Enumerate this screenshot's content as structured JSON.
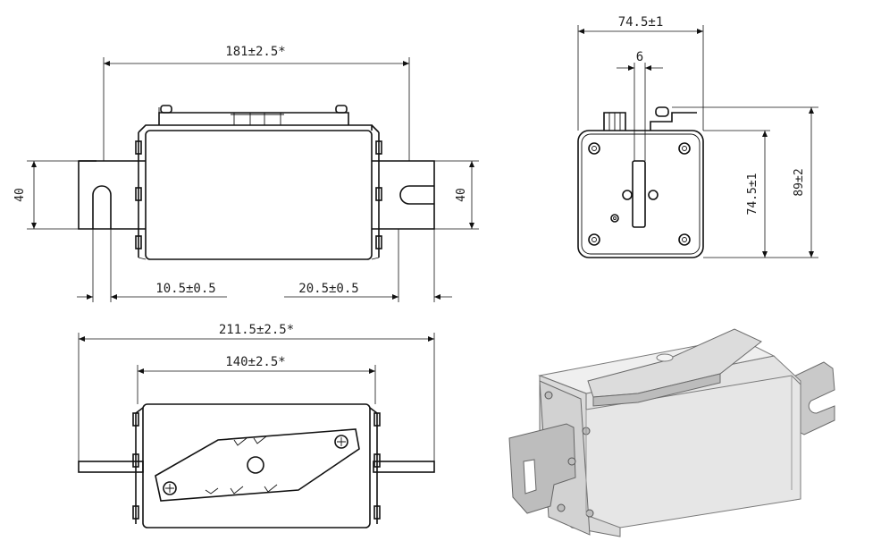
{
  "dimensions": {
    "side_length": "181±2.5*",
    "side_height_left": "40",
    "side_height_right": "40",
    "side_slot_left": "10.5±0.5",
    "side_slot_right": "20.5±0.5",
    "bottom_overall": "211.5±2.5*",
    "bottom_body": "140±2.5*",
    "end_width": "74.5±1",
    "end_blade": "6",
    "end_height": "74.5±1",
    "end_overall_height": "89±2"
  },
  "colors": {
    "line": "#111111",
    "body_3d": "#d9d9d9",
    "blade_3d": "#c4c4c4"
  }
}
